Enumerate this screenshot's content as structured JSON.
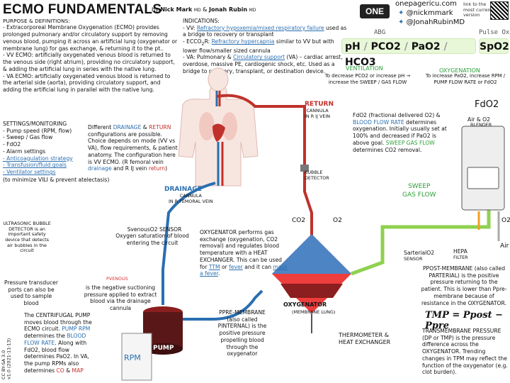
{
  "header": {
    "title": "ECMO FUNDAMENTALS",
    "by": "by",
    "author1": "Nick Mark",
    "md1": "MD",
    "amp": "&",
    "author2": "Jonah Rubin",
    "md2": "MD",
    "logo": "ONE",
    "site": "onepagericu.com",
    "handle1": "@nickmmark",
    "handle2": "@JonahRubinMD",
    "link_note": "link to the most current version"
  },
  "purpose": {
    "heading": "PURPOSE & DEFINITIONS:",
    "body": "- Extracorporeal Membrane Oxygenation (ECMO) provides prolonged pulmonary and/or circulatory support by removing venous blood, pumping it across an artificial lung (oxygenator or membrane lung) for gas exchange, & returning it to the pt..\n- VV ECMO: artificially oxygenated venous blood is returned to the venous side (right atrium), providing no circulatory support, & adding the artificial lung in series with the native lung.\n- VA ECMO: artificially oxygenated venous blood is returned to the arterial side (aorta), providing circulatory support, and adding the artificial lung in parallel with the native lung."
  },
  "indications": {
    "heading": "INDICATIONS:",
    "l1a": "- VV: ",
    "l1b": "Refractory hypoxemia/mixed respiratory failure",
    "l1c": " used as a bridge to recovery or transplant",
    "l2a": "- ECCO",
    "l2sub": "2",
    "l2b": "R: ",
    "l2c": "Refractory hypercapnia",
    "l2d": " similar to VV but with lower flow/smaller sized cannula",
    "l3a": "- VA: Pulmonary & ",
    "l3b": "Circulatory support",
    "l3c": " (VA) – cardiac arrest, overdose, massive PE, cardiogenic shock, etc. Used as a bridge to recovery, transplant, or destination device."
  },
  "abg": {
    "label": "ABG",
    "pulse": "Pulse Ox",
    "ph": "pH",
    "pco2": "PCO2",
    "pao2": "PaO2",
    "hco3": "HCO3",
    "spo2": "SpO2",
    "slash": "/"
  },
  "vent": {
    "title": "VENTILATION",
    "body": "To decrease PCO2 or increase pH → increase the SWEEP / GAS FLOW"
  },
  "oxy": {
    "title": "OXYGENATION",
    "body": "To increase PaO2, increase RPM / PUMP FLOW RATE or FdO2"
  },
  "return": {
    "label": "RETURN",
    "sub": "CANNULA\nIN R IJ VEIN"
  },
  "drainage": {
    "label": "DRAINAGE",
    "sub": "CANNULA\nIN R FEMORAL VEIN"
  },
  "settings": {
    "heading": "SETTINGS/MONITORING",
    "items": [
      "- Pump speed (RPM, flow)",
      "- Sweep / Gas flow",
      "- FdO2",
      "- Alarm settings",
      "- Anticoagulation strategy",
      "- Transfusion/fluid goals",
      "- Ventilator settings"
    ],
    "tail": "(to minimize VILI & prevent atelectasis)"
  },
  "config": {
    "p1": "Different ",
    "p2": "DRAINAGE",
    "p3": " & ",
    "p4": "RETURN",
    "p5": " configurations are possible. Choice depends on mode (VV vs VA), flow requirements, & patient anatomy. The configuration here is VV ECMO. (R femoral vein ",
    "p6": "drainage",
    "p7": " and R IJ vein ",
    "p8": "return",
    "p9": ")"
  },
  "fdo2": {
    "label": "FdO2",
    "body1": "FdO2 (fractional delivered O2) & ",
    "body2": "BLOOD FLOW RATE",
    "body3": " determines oxygenation. Initially usually set at 100% and decreased if PaO2 is above goal. ",
    "body4": "SWEEP GAS FLOW",
    "body5": " determines CO2 removal.",
    "airo2": "Air & O2",
    "blender": "BLENDER"
  },
  "bubble": {
    "label": "BUBBLE\nDETECTOR",
    "desc": "ULTRASONIC BUBBLE DETECTOR is an important safety device that detects air bubbles in the circuit"
  },
  "sweep": {
    "label": "SWEEP\nGAS FLOW"
  },
  "gases": {
    "co2": "CO2",
    "o2": "O2",
    "o2r": "O2",
    "air": "Air"
  },
  "svo2": {
    "label": "SvenousO2 SENSOR",
    "desc": "Oxygen saturation of blood entering the circuit"
  },
  "oxygenator": {
    "desc1": "OXYGENATOR performs gas exchange (oxygenation, CO2 removal) and regulates blood temperature with a HEAT EXCHANGER. This can be used for ",
    "desc2": "TTM",
    "desc3": " or ",
    "desc4": "fever",
    "desc5": " and it can ",
    "desc6": "mask a fever",
    "desc7": ".",
    "label": "OXYGENATOR",
    "sub": "(MEMBRANE LUNG)"
  },
  "sarterial": {
    "label": "SarterialO2",
    "sub": "SENSOR"
  },
  "hepa": {
    "label": "HEPA",
    "sub": "FILTER"
  },
  "ppost": {
    "text": "PPOST-MEMBRANE (also called PARTERIAL) is the positive pressure returning to the patient. This is lower than Ppre-membrane because of resistance in the OXYGENATOR."
  },
  "pressure": {
    "desc": "Pressure transducer ports can also be used to sample blood",
    "pvenous": "PVENOUS",
    "pvenous_desc": "is the negative suctioning pressure applied to extract blood via the drainage cannula"
  },
  "pump": {
    "desc1": "The CENTRIFUGAL PUMP moves blood through the ECMO circuit. ",
    "desc2": "PUMP RPM",
    "desc3": " determines the ",
    "desc4": "BLOOD FLOW RATE",
    "desc5": ". Along with FdO2, blood flow determines PaO2. In VA, the pump RPMs also determines ",
    "desc6": "CO",
    "desc7": " & ",
    "desc8": "MAP",
    "label": "PUMP",
    "rpm": "RPM"
  },
  "ppre": {
    "text": "PPRE-MEMBRANE (also called PINTERNAL) is the positive pressure propelling blood through the oxygenator"
  },
  "thermo": {
    "label": "THERMOMETER &\nHEAT EXCHANGER"
  },
  "tmp": {
    "formula": "TMP = Ppost − Ppre",
    "desc": "TRANSMEMBRANE PRESSURE (DP or TMP) is the pressure difference across the OXYGENATOR. Trending changes in TPM may reflect the function of the oxygenator (e.g. clot burden)."
  },
  "license": "CC BY-SA 3.0\nv1.0 (2021-11-13)",
  "colors": {
    "red": "#c0312b",
    "blue": "#2a6fb0",
    "green": "#8fd14f",
    "orange": "#f0a020"
  }
}
